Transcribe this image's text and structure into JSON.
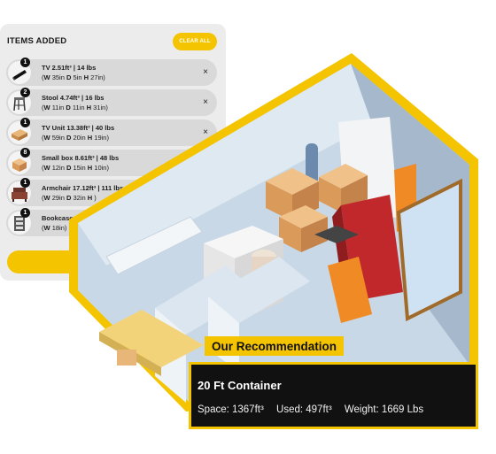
{
  "panel": {
    "title": "ITEMS ADDED",
    "clear_label": "CLEAR ALL",
    "items": [
      {
        "badge": "1",
        "icon": "tv-icon",
        "name": "TV 2.51ft³ | 14 lbs",
        "w": "35in",
        "d": "5in",
        "h": "27in",
        "remove": "×"
      },
      {
        "badge": "2",
        "icon": "stool-icon",
        "name": "Stool 4.74ft³ | 16 lbs",
        "w": "11in",
        "d": "11in",
        "h": "31in",
        "remove": "×"
      },
      {
        "badge": "1",
        "icon": "tv-unit-icon",
        "name": "TV Unit 13.38ft³ | 40 lbs",
        "w": "59in",
        "d": "20in",
        "h": "19in",
        "remove": "×"
      },
      {
        "badge": "8",
        "icon": "box-icon",
        "name": "Small box 8.61ft³ | 48 lbs",
        "w": "12in",
        "d": "15in",
        "h": "10in",
        "remove": ""
      },
      {
        "badge": "1",
        "icon": "armchair-icon",
        "name": "Armchair 17.12ft³ | 111 lbs",
        "w": "29in",
        "d": "32in",
        "h": "",
        "remove": ""
      },
      {
        "badge": "1",
        "icon": "bookcase-icon",
        "name": "Bookcase",
        "w": "18in",
        "d": "",
        "h": "",
        "remove": ""
      }
    ]
  },
  "recommendation": {
    "tag": "Our Recommendation",
    "name": "20 Ft Container",
    "space": "Space: 1367ft³",
    "used": "Used: 497ft³",
    "weight": "Weight: 1669 Lbs"
  },
  "colors": {
    "accent": "#f5c400",
    "dark": "#111111",
    "panel_bg": "#ececec",
    "item_bg": "#d9d9d9"
  }
}
